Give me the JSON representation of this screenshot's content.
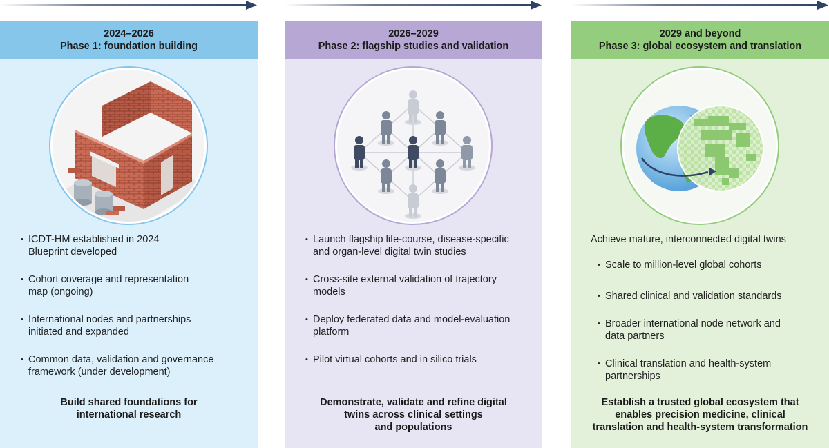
{
  "phases": [
    {
      "years": "2024–2026",
      "title": "Phase 1: foundation building",
      "icon": "brick-building-icon",
      "items": [
        "ICDT-HM established in 2024\nBlueprint developed",
        "Cohort coverage and representation\nmap (ongoing)",
        "International nodes and partnerships\ninitiated and expanded",
        "Common data, validation and governance\nframework (under development)"
      ],
      "goal": "Build shared foundations for\ninternational research"
    },
    {
      "years": "2026–2029",
      "title": "Phase 2: flagship studies and validation",
      "icon": "people-network-icon",
      "items": [
        "Launch flagship life-course, disease-specific\nand organ-level digital twin studies",
        "Cross-site external validation of trajectory\nmodels",
        "Deploy federated data and model-evaluation\nplatform",
        "Pilot virtual cohorts and in silico trials"
      ],
      "goal": "Demonstrate, validate and refine digital\ntwins across clinical settings\nand populations"
    },
    {
      "years": "2029 and beyond",
      "title": "Phase 3: global ecosystem and translation",
      "icon": "globe-twin-icon",
      "intro": "Achieve mature, interconnected digital twins",
      "items": [
        "Scale to million-level global cohorts",
        "Shared clinical and validation standards",
        "Broader international node network and\ndata partners",
        "Clinical translation and health-system\npartnerships"
      ],
      "goal": "Establish a trusted global ecosystem that\nenables precision medicine, clinical\ntranslation and health-system transformation"
    }
  ],
  "colors": {
    "phase1_header": "#86c6ea",
    "phase1_bg": "#dcf0fb",
    "phase2_header": "#b6a7d5",
    "phase2_bg": "#e7e4f3",
    "phase3_header": "#93cd7d",
    "phase3_bg": "#e4f1da",
    "arrow": "#2e4266"
  }
}
